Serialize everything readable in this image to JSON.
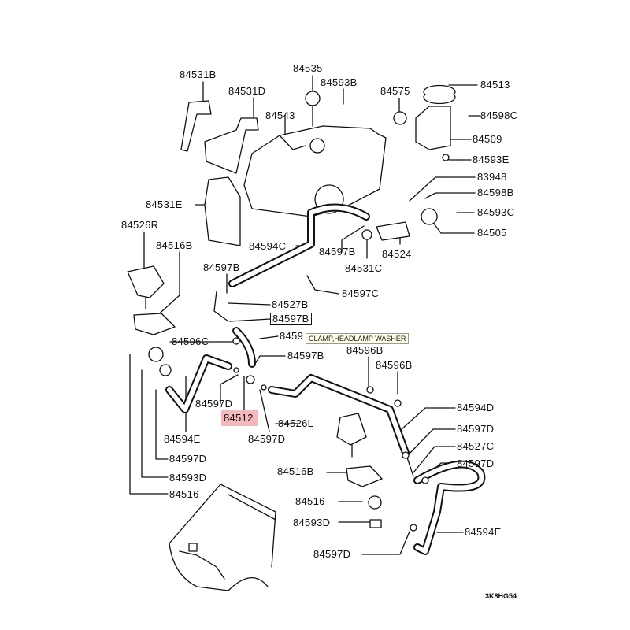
{
  "labels": [
    {
      "id": "84531B",
      "text": "84531B"
    },
    {
      "id": "84531D",
      "text": "84531D"
    },
    {
      "id": "84535",
      "text": "84535"
    },
    {
      "id": "84593B",
      "text": "84593B"
    },
    {
      "id": "84575",
      "text": "84575"
    },
    {
      "id": "84513",
      "text": "84513"
    },
    {
      "id": "84598C",
      "text": "84598C"
    },
    {
      "id": "84543",
      "text": "84543"
    },
    {
      "id": "84509",
      "text": "84509"
    },
    {
      "id": "84593E",
      "text": "84593E"
    },
    {
      "id": "83948",
      "text": "83948"
    },
    {
      "id": "84598B",
      "text": "84598B"
    },
    {
      "id": "84593C",
      "text": "84593C"
    },
    {
      "id": "84505",
      "text": "84505"
    },
    {
      "id": "84531E",
      "text": "84531E"
    },
    {
      "id": "84526R",
      "text": "84526R"
    },
    {
      "id": "84516B_a",
      "text": "84516B"
    },
    {
      "id": "84594C",
      "text": "84594C"
    },
    {
      "id": "84597B_a",
      "text": "84597B"
    },
    {
      "id": "84524",
      "text": "84524"
    },
    {
      "id": "84531C",
      "text": "84531C"
    },
    {
      "id": "84597B_b",
      "text": "84597B"
    },
    {
      "id": "84597C",
      "text": "84597C"
    },
    {
      "id": "84527B",
      "text": "84527B"
    },
    {
      "id": "84597B_c",
      "text": "84597B"
    },
    {
      "id": "8459_partial",
      "text": "8459"
    },
    {
      "id": "84596C",
      "text": "84596C"
    },
    {
      "id": "84596B_a",
      "text": "84596B"
    },
    {
      "id": "84597B_d",
      "text": "84597B"
    },
    {
      "id": "84596B_b",
      "text": "84596B"
    },
    {
      "id": "84594D",
      "text": "84594D"
    },
    {
      "id": "84597D_a",
      "text": "84597D"
    },
    {
      "id": "84512",
      "text": "84512"
    },
    {
      "id": "84526L",
      "text": "84526L"
    },
    {
      "id": "84594E_a",
      "text": "84594E"
    },
    {
      "id": "84597D_b",
      "text": "84597D"
    },
    {
      "id": "84597D_c",
      "text": "84597D"
    },
    {
      "id": "84527C",
      "text": "84527C"
    },
    {
      "id": "84597D_d",
      "text": "84597D"
    },
    {
      "id": "84597D_e",
      "text": "84597D"
    },
    {
      "id": "84593D_a",
      "text": "84593D"
    },
    {
      "id": "84516B_b",
      "text": "84516B"
    },
    {
      "id": "84516_a",
      "text": "84516"
    },
    {
      "id": "84516_b",
      "text": "84516"
    },
    {
      "id": "84593D_b",
      "text": "84593D"
    },
    {
      "id": "84594E_b",
      "text": "84594E"
    },
    {
      "id": "84597D_f",
      "text": "84597D"
    }
  ],
  "tooltip": "CLAMP,HEADLAMP WASHER",
  "highlighted_part": "84512",
  "highlight_color": "#f6b8bc",
  "boxed_part": "84597B",
  "diagram_code": "3K8HG54"
}
